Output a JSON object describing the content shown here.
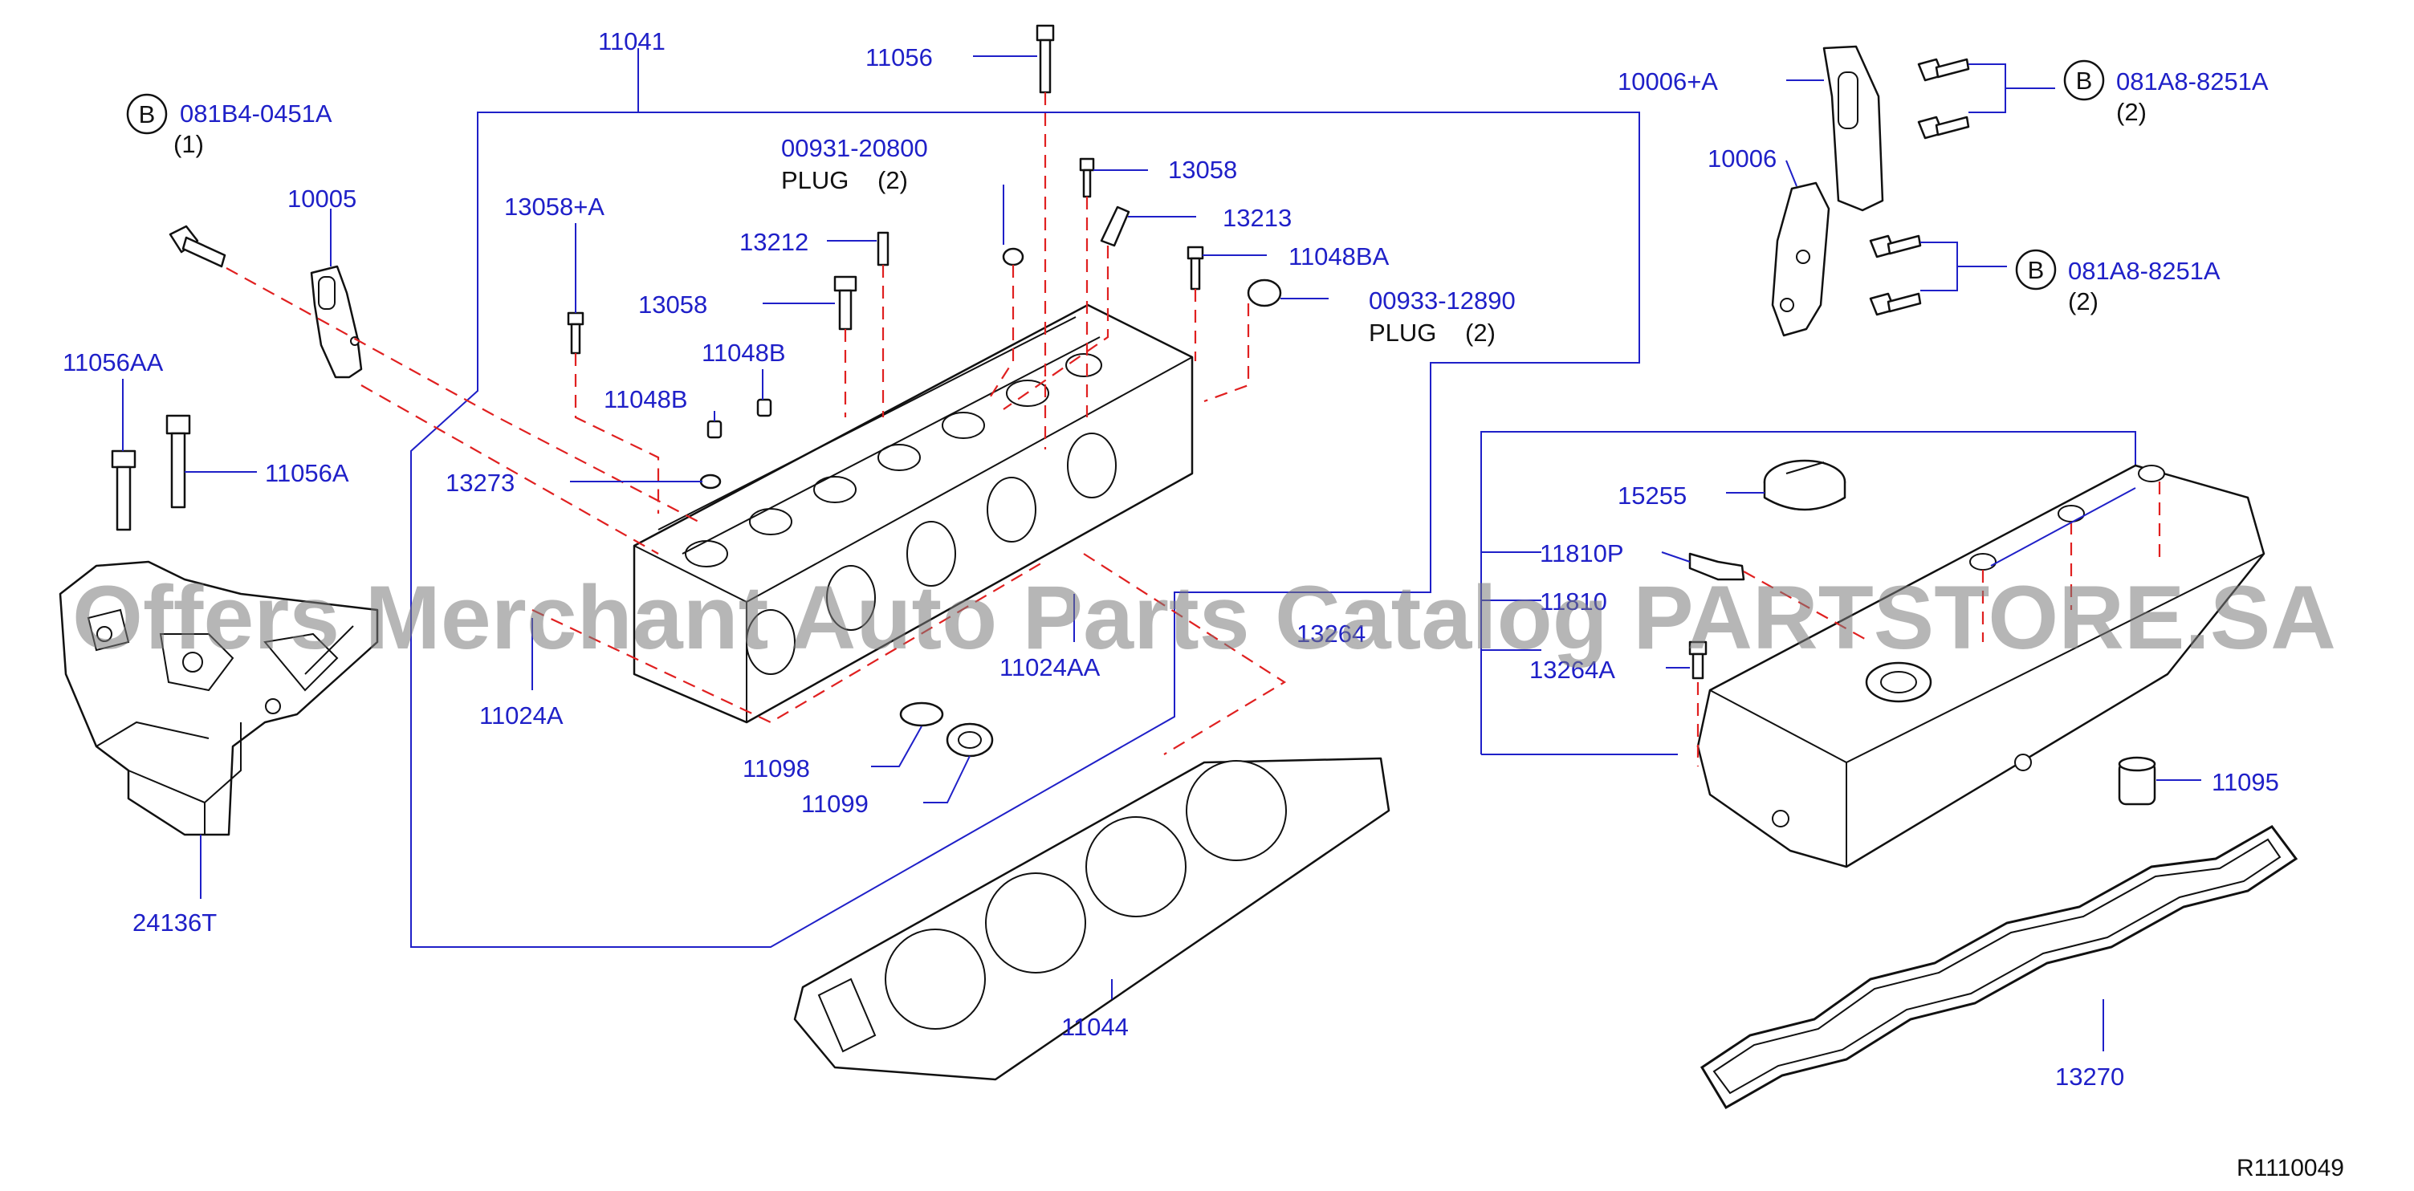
{
  "diagram": {
    "watermark": "Offers Merchant Auto Parts Catalog PARTSTORE.SA",
    "reference_code": "R1110049",
    "part_labels": [
      {
        "id": "p11041",
        "text": "11041"
      },
      {
        "id": "p11056",
        "text": "11056"
      },
      {
        "id": "p081B4",
        "text": "081B4-0451A"
      },
      {
        "id": "p00931",
        "text": "00931-20800"
      },
      {
        "id": "p13058a",
        "text": "13058"
      },
      {
        "id": "p10005",
        "text": "10005"
      },
      {
        "id": "p13058plusA",
        "text": "13058+A"
      },
      {
        "id": "p13213",
        "text": "13213"
      },
      {
        "id": "p13212",
        "text": "13212"
      },
      {
        "id": "p11048BA",
        "text": "11048BA"
      },
      {
        "id": "p00933",
        "text": "00933-12890"
      },
      {
        "id": "p13058b",
        "text": "13058"
      },
      {
        "id": "p11056AA",
        "text": "11056AA"
      },
      {
        "id": "p11048B_1",
        "text": "11048B"
      },
      {
        "id": "p11048B_2",
        "text": "11048B"
      },
      {
        "id": "p11056A",
        "text": "11056A"
      },
      {
        "id": "p13273",
        "text": "13273"
      },
      {
        "id": "p11024A",
        "text": "11024A"
      },
      {
        "id": "p11024AA",
        "text": "11024AA"
      },
      {
        "id": "p11098",
        "text": "11098"
      },
      {
        "id": "p11099",
        "text": "11099"
      },
      {
        "id": "p24136T",
        "text": "24136T"
      },
      {
        "id": "p11044",
        "text": "11044"
      },
      {
        "id": "p10006plusA",
        "text": "10006+A"
      },
      {
        "id": "p10006",
        "text": "10006"
      },
      {
        "id": "p081A8_1",
        "text": "081A8-8251A"
      },
      {
        "id": "p081A8_2",
        "text": "081A8-8251A"
      },
      {
        "id": "p15255",
        "text": "15255"
      },
      {
        "id": "p11810P",
        "text": "11810P"
      },
      {
        "id": "p11810",
        "text": "11810"
      },
      {
        "id": "p13264",
        "text": "13264"
      },
      {
        "id": "p13264A",
        "text": "13264A"
      },
      {
        "id": "p11095",
        "text": "11095"
      },
      {
        "id": "p13270",
        "text": "13270"
      }
    ],
    "notes": [
      {
        "id": "qty_b4",
        "text": "(1)"
      },
      {
        "id": "plug1",
        "text": "PLUG"
      },
      {
        "id": "plug1_qty",
        "text": "(2)"
      },
      {
        "id": "plug2",
        "text": "PLUG"
      },
      {
        "id": "plug2_qty",
        "text": "(2)"
      },
      {
        "id": "qty_a8_1",
        "text": "(2)"
      },
      {
        "id": "qty_a8_2",
        "text": "(2)"
      }
    ],
    "bolt_badges": [
      {
        "id": "badge1",
        "text": "B"
      },
      {
        "id": "badge2",
        "text": "B"
      },
      {
        "id": "badge3",
        "text": "B"
      }
    ]
  }
}
